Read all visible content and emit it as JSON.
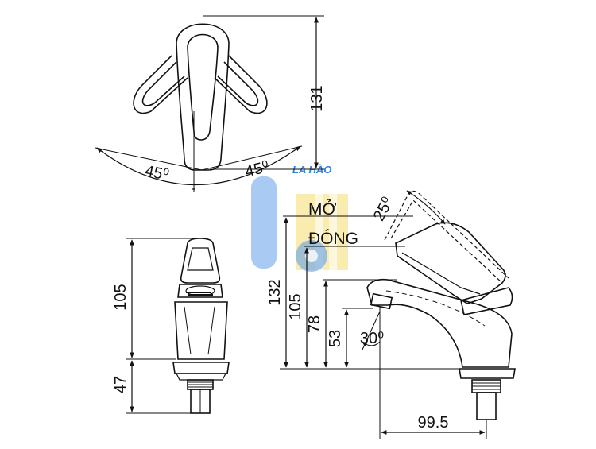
{
  "colors": {
    "line": "#111111",
    "watermark_blue": "#2f7fe0",
    "watermark_yellow": "#f2d23a"
  },
  "watermark": {
    "text": "LA HÀO"
  },
  "labels": {
    "open": "MỞ",
    "close": "ĐÓNG"
  },
  "top_view": {
    "height": "131",
    "angle_left": "45⁰",
    "angle_right": "45⁰"
  },
  "front_view": {
    "body_height": "105",
    "shank_height": "47"
  },
  "side_view": {
    "total_height": "132",
    "height_105": "105",
    "height_78": "78",
    "height_53": "53",
    "lever_angle": "25⁰",
    "spout_angle": "30⁰",
    "reach": "99.5"
  }
}
